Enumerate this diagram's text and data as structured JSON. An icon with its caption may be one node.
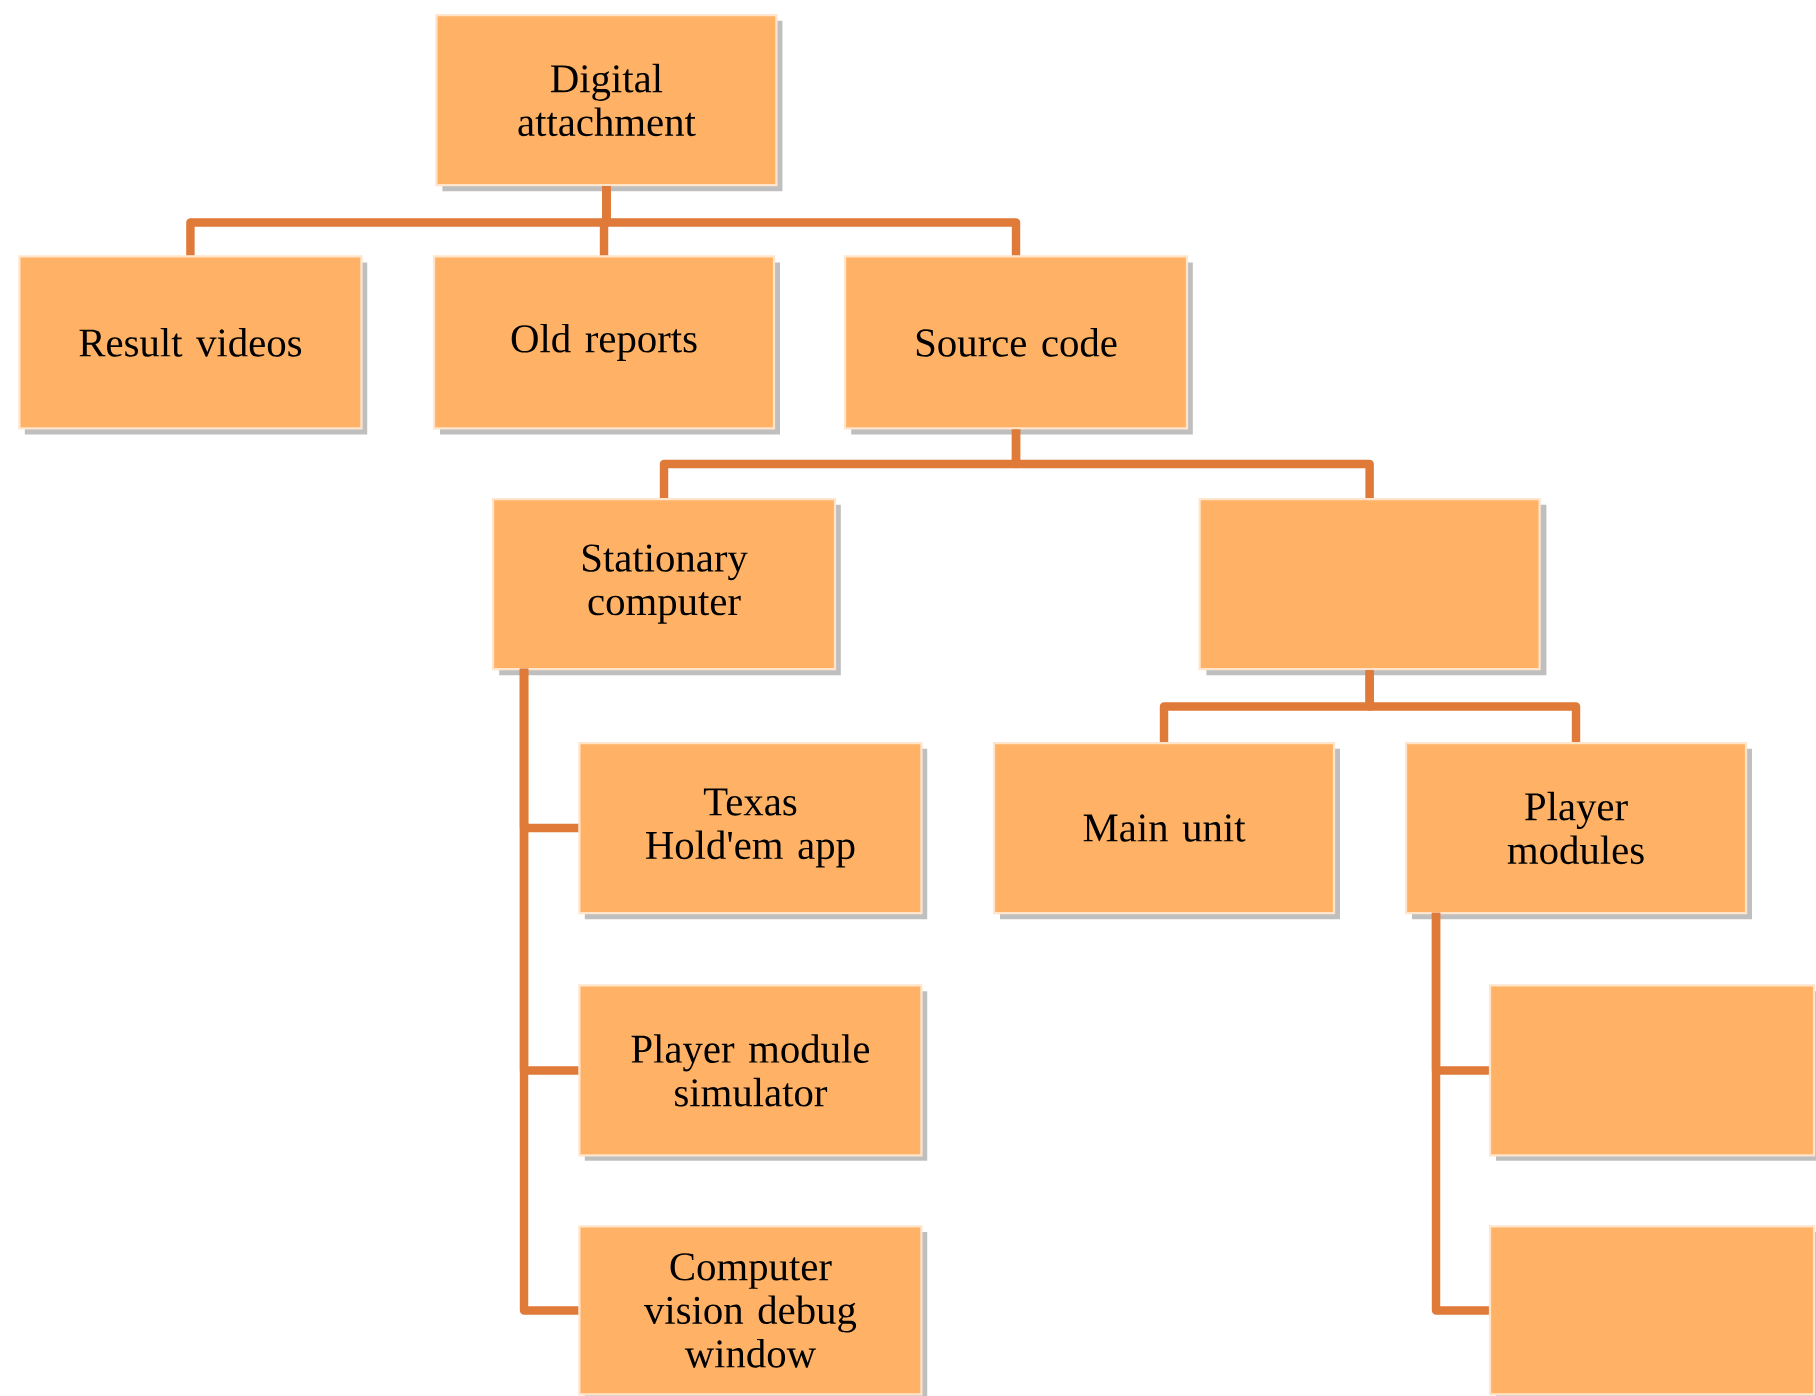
{
  "diagram": {
    "nodes": [
      {
        "text": [
          "Digital attachment"
        ]
      },
      {
        "text": [
          "Result videos"
        ]
      },
      {
        "text": [
          "Old reports"
        ]
      },
      {
        "text": [
          "Source code"
        ]
      },
      {
        "text": [
          "Stationary computer"
        ]
      },
      {
        "text": [],
        "shape": "box"
      },
      {
        "text": [
          "Texas Hold'em app"
        ]
      },
      {
        "text": [
          "Player module simulator"
        ]
      },
      {
        "text": [
          "Computer vision debug window"
        ]
      },
      {
        "text": [
          "Main unit"
        ]
      },
      {
        "text": [
          "Player modules"
        ]
      },
      {
        "text": [],
        "shape": "box"
      },
      {
        "text": [],
        "shape": "box"
      }
    ],
    "edges": [
      {
        "from": 0,
        "to": 1,
        "arrow": "none"
      },
      {
        "from": 0,
        "to": 2,
        "arrow": "none"
      },
      {
        "from": 0,
        "to": 3,
        "arrow": "none"
      },
      {
        "from": 3,
        "to": 4,
        "arrow": "none"
      },
      {
        "from": 3,
        "to": 5,
        "arrow": "none"
      },
      {
        "from": 4,
        "to": 6,
        "arrow": "none"
      },
      {
        "from": 4,
        "to": 7,
        "arrow": "none"
      },
      {
        "from": 4,
        "to": 8,
        "arrow": "none"
      },
      {
        "from": 5,
        "to": 9,
        "arrow": "none"
      },
      {
        "from": 5,
        "to": 10,
        "arrow": "none"
      },
      {
        "from": 10,
        "to": 11,
        "arrow": "none"
      },
      {
        "from": 10,
        "to": 12,
        "arrow": "none"
      }
    ]
  }
}
